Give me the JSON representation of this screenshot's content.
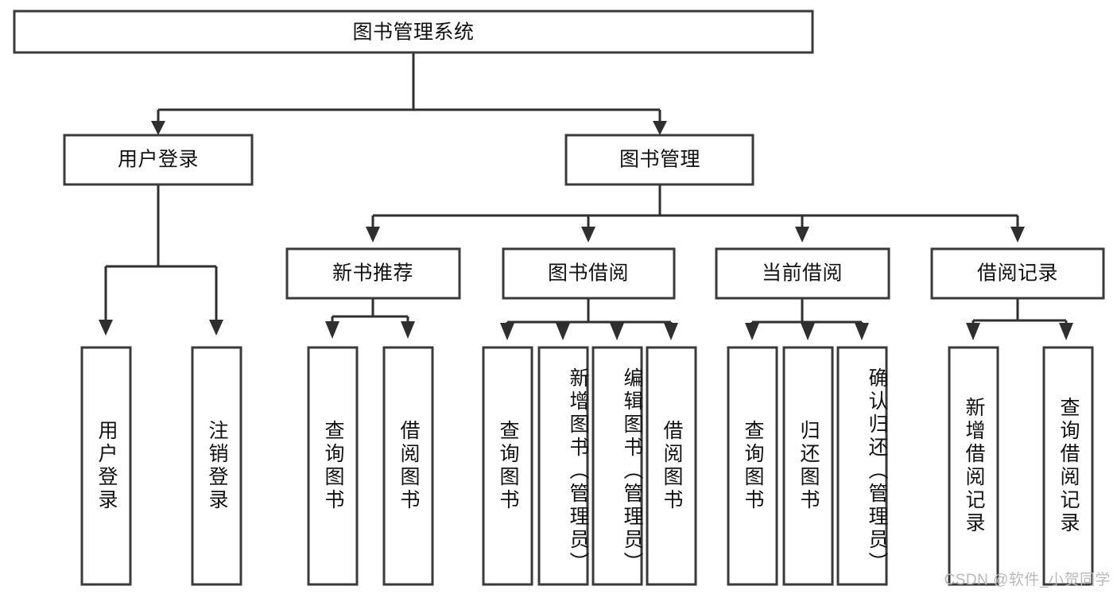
{
  "diagram": {
    "type": "tree",
    "title": "图书管理系统",
    "colors": {
      "box_stroke": "#3a3a3a",
      "box_fill": "#ffffff",
      "connector": "#2f2f2f",
      "text": "#111111",
      "watermark": "#b9b9b9",
      "background": "#ffffff"
    },
    "root": {
      "label": "图书管理系统"
    },
    "level2": [
      {
        "label": "用户登录"
      },
      {
        "label": "图书管理"
      }
    ],
    "level3": [
      {
        "label": "新书推荐"
      },
      {
        "label": "图书借阅"
      },
      {
        "label": "当前借阅"
      },
      {
        "label": "借阅记录"
      }
    ],
    "leaves": {
      "user_login": [
        {
          "label": "用户登录"
        },
        {
          "label": "注销登录"
        }
      ],
      "new_book": [
        {
          "label": "查询图书"
        },
        {
          "label": "借阅图书"
        }
      ],
      "book_borrow": [
        {
          "label": "查询图书"
        },
        {
          "label": "新增图书（管理员）"
        },
        {
          "label": "编辑图书（管理员）"
        },
        {
          "label": "借阅图书"
        }
      ],
      "current_borrow": [
        {
          "label": "查询图书"
        },
        {
          "label": "归还图书"
        },
        {
          "label": "确认归还（管理员）"
        }
      ],
      "borrow_record": [
        {
          "label": "新增借阅记录"
        },
        {
          "label": "查询借阅记录"
        }
      ]
    }
  },
  "watermark": {
    "text": "CSDN @软件_小贺同学"
  }
}
